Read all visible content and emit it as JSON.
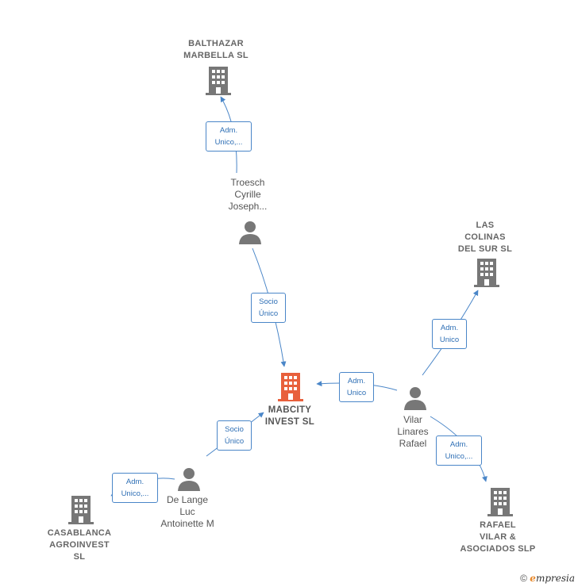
{
  "nodes": {
    "balthazar": {
      "name": "BALTHAZAR\nMARBELLA  SL",
      "type": "company"
    },
    "troesch": {
      "name": "Troesch\nCyrille\nJoseph...",
      "type": "person"
    },
    "las_colinas": {
      "name": "LAS\nCOLINAS\nDEL SUR SL",
      "type": "company"
    },
    "mabcity": {
      "name": "MABCITY\nINVEST  SL",
      "type": "company-main"
    },
    "vilar": {
      "name": "Vilar\nLinares\nRafael",
      "type": "person"
    },
    "de_lange": {
      "name": "De Lange\nLuc\nAntoinette M",
      "type": "person"
    },
    "casablanca": {
      "name": "CASABLANCA\nAGROINVEST\nSL",
      "type": "company"
    },
    "rafael_vilar": {
      "name": "RAFAEL\nVILAR &\nASOCIADOS SLP",
      "type": "company"
    }
  },
  "edges": {
    "troesch_balthazar": "Adm.\nUnico,...",
    "troesch_mabcity": "Socio\nÚnico",
    "vilar_mabcity": "Adm.\nUnico",
    "vilar_las_colinas": "Adm.\nUnico",
    "vilar_rafael_vilar": "Adm.\nUnico,...",
    "de_lange_mabcity": "Socio\nÚnico",
    "de_lange_casablanca": "Adm.\nUnico,..."
  },
  "colors": {
    "edge": "#4a86c8",
    "company_icon": "#777777",
    "main_company_icon": "#e8603c",
    "person_icon": "#777777"
  },
  "footer": {
    "copyright": "©",
    "brand_e": "e",
    "brand_rest": "mpresia"
  }
}
